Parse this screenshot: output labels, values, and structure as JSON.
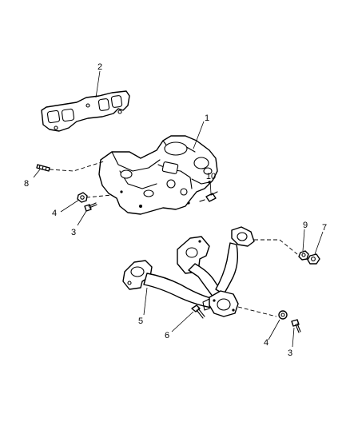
{
  "callouts": {
    "c1": "1",
    "c2": "2",
    "c3a": "3",
    "c4a": "4",
    "c8": "8",
    "c10": "10",
    "c9": "9",
    "c7": "7",
    "c5": "5",
    "c6": "6",
    "c4b": "4",
    "c3b": "3"
  }
}
